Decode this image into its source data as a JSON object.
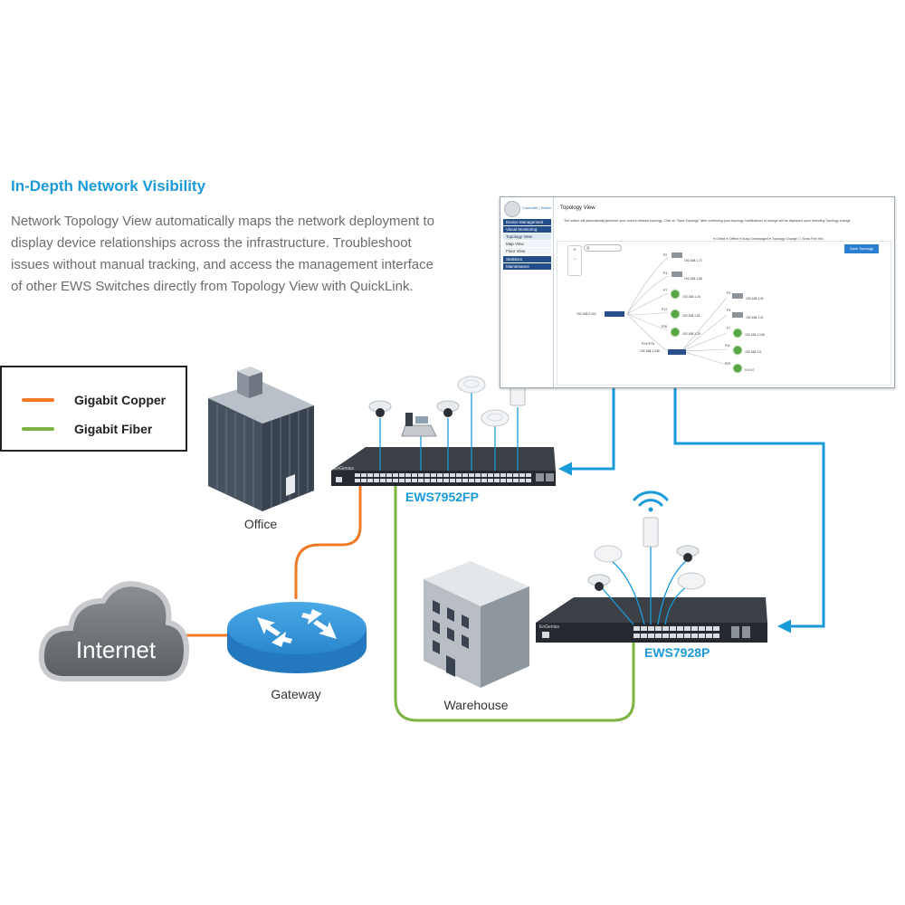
{
  "heading": "In-Depth Network Visibility",
  "description": "Network Topology View automatically maps the network deployment to display device relationships across the infrastructure. Troubleshoot issues without manual tracking, and access the management interface of other EWS Switches directly from Topology View with QuickLink.",
  "legend": {
    "items": [
      {
        "label": "Gigabit Copper",
        "color": "#f07a26"
      },
      {
        "label": "Gigabit Fiber",
        "color": "#7db443"
      }
    ]
  },
  "colors": {
    "accent": "#1a9ad9",
    "copper": "#f07a26",
    "fiber": "#7db443",
    "link": "#1a9ad9"
  },
  "nodes": {
    "internet": "Internet",
    "gateway": "Gateway",
    "office": "Office",
    "warehouse": "Warehouse",
    "switch1": "EWS7952FP",
    "switch2": "EWS7928P",
    "switch_brand": "EnGenius"
  },
  "screenshot": {
    "tabs": "Controller | Switch",
    "menu": [
      {
        "label": "Device Management",
        "type": "main"
      },
      {
        "label": "Visual Monitoring",
        "type": "main"
      },
      {
        "label": "Topology View",
        "type": "sub-active"
      },
      {
        "label": "Map View",
        "type": "sub"
      },
      {
        "label": "Floor View",
        "type": "sub"
      },
      {
        "label": "Statistics",
        "type": "main"
      },
      {
        "label": "Maintenance",
        "type": "main"
      }
    ],
    "title": "Topology View",
    "note": "The switch will automatically generate your current network topology. Click on \"Save Topology\" after confirming your topology. Notifications of change will be displayed upon detecting Topology change",
    "legend": "● Online  ● Offline  ● Busy    Unmanaged  ● Topology Change    ☐ Show Port Info",
    "save_button": "Save Topology",
    "search_icon": "magnifier",
    "zoom": [
      "+",
      "−"
    ],
    "root_ip": "192.168.0.202",
    "hub_ip": "192.168.1.248",
    "hub_port": "P24+P23",
    "left_devices": [
      {
        "port": "P2",
        "ip": "192.168.1.72"
      },
      {
        "port": "P3",
        "ip": "192.168.1.68"
      },
      {
        "port": "P7",
        "ip": "192.168.1.24"
      },
      {
        "port": "P13",
        "ip": "192.168.1.61"
      },
      {
        "port": "P26",
        "ip": "192.168.1.25"
      }
    ],
    "right_devices": [
      {
        "port": "P2",
        "ip": "192.168.1.41"
      },
      {
        "port": "P3",
        "ip": "192.168.1.21"
      },
      {
        "port": "P7",
        "ip": "192.168.1.106"
      },
      {
        "port": "P11",
        "ip": "192.168.1.5"
      },
      {
        "port": "P20",
        "ip": "0.0.0.0"
      }
    ]
  }
}
